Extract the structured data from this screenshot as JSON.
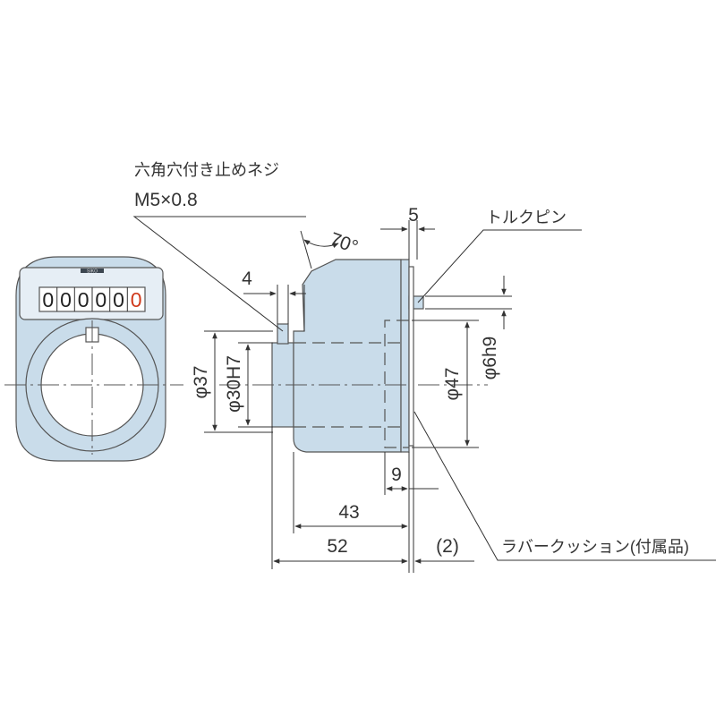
{
  "counter": {
    "digits": [
      "0",
      "0",
      "0",
      "0",
      "0",
      "0"
    ],
    "brand": "SIKO"
  },
  "labels": {
    "set_screw_name": "六角穴付き止めネジ",
    "set_screw_size": "M5×0.8",
    "torque_pin": "トルクピン",
    "rubber_cushion": "ラバークッション(付属品)"
  },
  "dimensions": {
    "angle": "70°",
    "flange_width": "5",
    "screw_offset": "4",
    "outer_dia": "φ37",
    "bore_dia": "φ30H7",
    "body_dia": "φ47",
    "pin_dia": "φ6h9",
    "pin_offset": "9",
    "body_length": "43",
    "total_length": "52",
    "cushion_thickness": "(2)"
  },
  "colors": {
    "body": "#c9dcea",
    "face": "#e6eef5",
    "outline": "#555555",
    "digit_accent": "#d03a1c"
  }
}
